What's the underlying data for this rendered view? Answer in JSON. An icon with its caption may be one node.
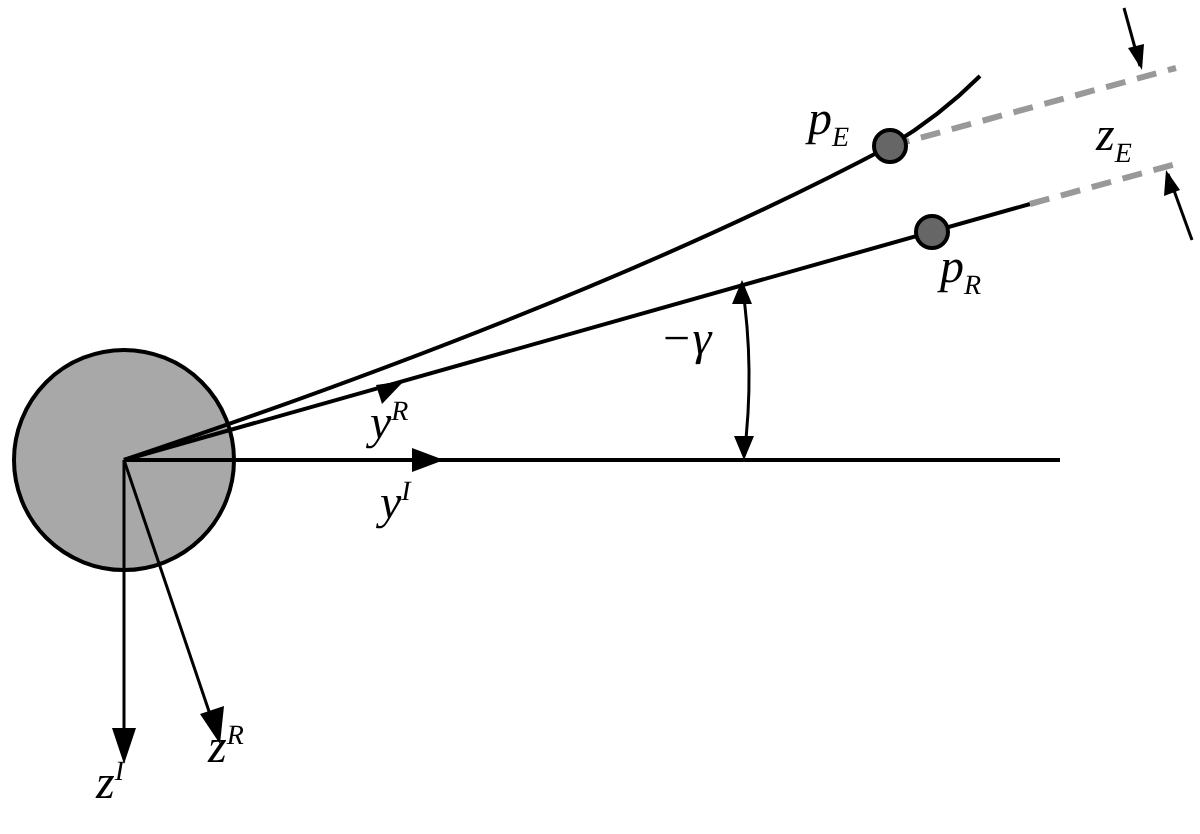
{
  "diagram": {
    "labels": [
      "p$_{E}$",
      "z$_{E}$",
      "p$_{R}$",
      "−γ",
      "y$^{R}$",
      "y$^{I}$",
      "z$^{I}$",
      "z$^{R}$"
    ]
  }
}
